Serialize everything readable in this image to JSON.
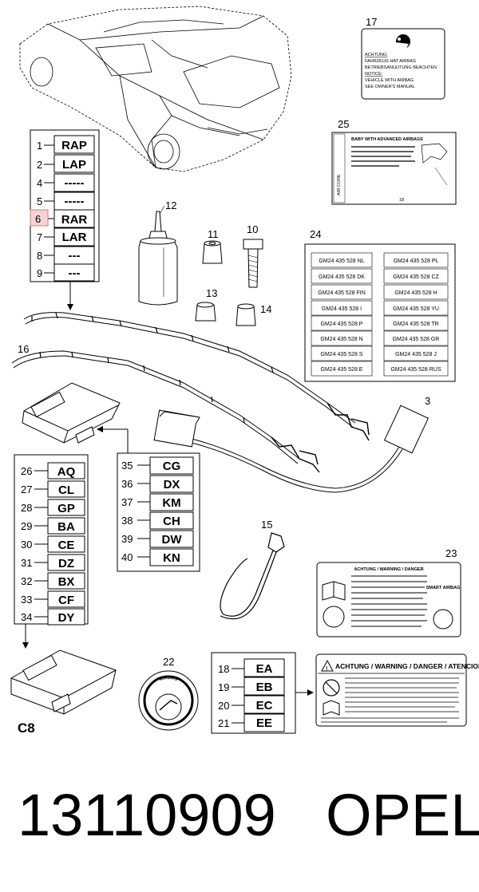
{
  "callouts": {
    "c17": "17",
    "c25": "25",
    "c12": "12",
    "c11": "11",
    "c10": "10",
    "c13": "13",
    "c14": "14",
    "c24": "24",
    "c16": "16",
    "c3": "3",
    "c15": "15",
    "c23": "23",
    "c22": "22",
    "c8": "C8"
  },
  "legend_top": {
    "rows": [
      {
        "n": "1",
        "code": "RAP"
      },
      {
        "n": "2",
        "code": "LAP"
      },
      {
        "n": "4",
        "code": "-----"
      },
      {
        "n": "5",
        "code": "-----"
      },
      {
        "n": "6",
        "code": "RAR"
      },
      {
        "n": "7",
        "code": "LAR"
      },
      {
        "n": "8",
        "code": "---"
      },
      {
        "n": "9",
        "code": "---"
      }
    ]
  },
  "legend_left": {
    "rows": [
      {
        "n": "26",
        "code": "AQ"
      },
      {
        "n": "27",
        "code": "CL"
      },
      {
        "n": "28",
        "code": "GP"
      },
      {
        "n": "29",
        "code": "BA"
      },
      {
        "n": "30",
        "code": "CE"
      },
      {
        "n": "31",
        "code": "DZ"
      },
      {
        "n": "32",
        "code": "BX"
      },
      {
        "n": "33",
        "code": "CF"
      },
      {
        "n": "34",
        "code": "DY"
      }
    ]
  },
  "legend_mid": {
    "rows": [
      {
        "n": "35",
        "code": "CG"
      },
      {
        "n": "36",
        "code": "DX"
      },
      {
        "n": "37",
        "code": "KM"
      },
      {
        "n": "38",
        "code": "CH"
      },
      {
        "n": "39",
        "code": "DW"
      },
      {
        "n": "40",
        "code": "KN"
      }
    ]
  },
  "legend_bottom": {
    "rows": [
      {
        "n": "18",
        "code": "EA"
      },
      {
        "n": "19",
        "code": "EB"
      },
      {
        "n": "20",
        "code": "EC"
      },
      {
        "n": "21",
        "code": "EE"
      }
    ]
  },
  "label17": {
    "lines": [
      "ACHTUNG:",
      "FAHRZEUG HAT AIRBAG",
      "BETRIEBSANLEITUNG BEACHTEN",
      "NOTICE:",
      "VEHICLE WITH AIRBAG",
      "SEE OWNER'S MANUAL"
    ]
  },
  "table24": {
    "left": [
      "GM24 435 528 NL",
      "GM24 435 528 DK",
      "GM24 435 528 FIN",
      "GM24 435 528 I",
      "GM24 435 528 P",
      "GM24 435 528 N",
      "GM24 435 528 S",
      "GM24 435 528 E"
    ],
    "right": [
      "GM24 435 528 PL",
      "GM24 435 528 CZ",
      "GM24 435 528 H",
      "GM24 435 528 YU",
      "GM24 435 528 TR",
      "GM24 435 528 GR",
      "GM24 435 528 J",
      "GM24 435 528 RUS"
    ]
  },
  "label25": {
    "title": "BABY WITH ADVANCED AIRBAGS",
    "side": "AIR CORE",
    "mark": "18"
  },
  "label23": {
    "title": "ACHTUNG / WARNING / DANGER",
    "badge": "SMART AIRBAG"
  },
  "label_warn": {
    "title": "ACHTUNG / WARNING / DANGER / ATENCION"
  },
  "label22": {
    "ring": "AIRBAG"
  },
  "footer": {
    "part_number": "13110909",
    "brand": "OPEL"
  }
}
